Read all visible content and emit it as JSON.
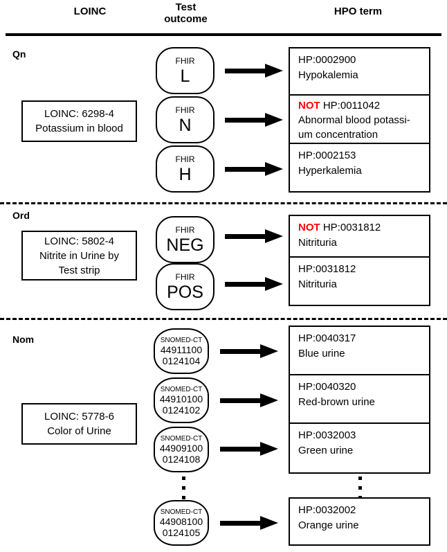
{
  "headers": {
    "loinc": "LOINC",
    "test_outcome": "Test\noutcome",
    "test_outcome_line1": "Test",
    "test_outcome_line2": "outcome",
    "hpo_term": "HPO term"
  },
  "sections": [
    {
      "scale": "Qn",
      "loinc": {
        "code_line": "LOINC: 6298-4",
        "name_line": "Potassium in blood"
      },
      "rows": [
        {
          "outcome": {
            "system": "FHIR",
            "code": "L",
            "style": "big"
          },
          "hpo": {
            "negated": false,
            "not_label": "NOT",
            "id": "HP:0002900",
            "label": "Hypokalemia"
          }
        },
        {
          "outcome": {
            "system": "FHIR",
            "code": "N",
            "style": "big"
          },
          "hpo": {
            "negated": true,
            "not_label": "NOT",
            "id": "HP:0011042",
            "label": "Abnormal blood potassi-\num concentration"
          }
        },
        {
          "outcome": {
            "system": "FHIR",
            "code": "H",
            "style": "big"
          },
          "hpo": {
            "negated": false,
            "not_label": "NOT",
            "id": "HP:0002153",
            "label": "Hyperkalemia"
          }
        }
      ]
    },
    {
      "scale": "Ord",
      "loinc": {
        "code_line": "LOINC: 5802-4",
        "name_line": "Nitrite in Urine by\nTest strip"
      },
      "rows": [
        {
          "outcome": {
            "system": "FHIR",
            "code": "NEG",
            "style": "big"
          },
          "hpo": {
            "negated": true,
            "not_label": "NOT",
            "id": "HP:0031812",
            "label": "Nitrituria"
          }
        },
        {
          "outcome": {
            "system": "FHIR",
            "code": "POS",
            "style": "big"
          },
          "hpo": {
            "negated": false,
            "not_label": "NOT",
            "id": "HP:0031812",
            "label": "Nitrituria"
          }
        }
      ]
    },
    {
      "scale": "Nom",
      "loinc": {
        "code_line": "LOINC: 5778-6",
        "name_line": "Color of Urine"
      },
      "rows": [
        {
          "outcome": {
            "system": "SNOMED-CT",
            "code_line1": "44911100",
            "code_line2": "0124104",
            "style": "small"
          },
          "hpo": {
            "negated": false,
            "not_label": "NOT",
            "id": "HP:0040317",
            "label": "Blue urine"
          }
        },
        {
          "outcome": {
            "system": "SNOMED-CT",
            "code_line1": "44910100",
            "code_line2": "0124102",
            "style": "small"
          },
          "hpo": {
            "negated": false,
            "not_label": "NOT",
            "id": "HP:0040320",
            "label": "Red-brown urine"
          }
        },
        {
          "outcome": {
            "system": "SNOMED-CT",
            "code_line1": "44909100",
            "code_line2": "0124108",
            "style": "small"
          },
          "hpo": {
            "negated": false,
            "not_label": "NOT",
            "id": "HP:0032003",
            "label": "Green urine"
          }
        },
        {
          "outcome": {
            "system": "SNOMED-CT",
            "code_line1": "44908100",
            "code_line2": "0124105",
            "style": "small"
          },
          "hpo": {
            "negated": false,
            "not_label": "NOT",
            "id": "HP:0032002",
            "label": "Orange urine"
          }
        }
      ]
    }
  ],
  "colors": {
    "negation": "#ff0000",
    "line": "#000000",
    "background": "#ffffff"
  }
}
